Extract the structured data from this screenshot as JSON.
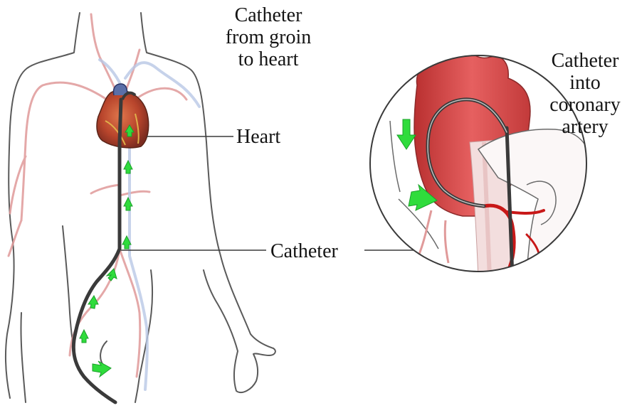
{
  "labels": {
    "catheter_from_groin": [
      "Catheter",
      "from groin",
      "to heart"
    ],
    "heart": "Heart",
    "catheter": "Catheter",
    "catheter_into_coronary": [
      "Catheter",
      "into",
      "coronary",
      "artery"
    ]
  },
  "colors": {
    "outline": "#5a5a5a",
    "vessel": "#e09a9a",
    "vein": "#b9c8e6",
    "heart": "#c0392b",
    "catheter": "#3a3a3a",
    "arrow": "#2fdc3c",
    "aorta": "#d94a4a"
  }
}
